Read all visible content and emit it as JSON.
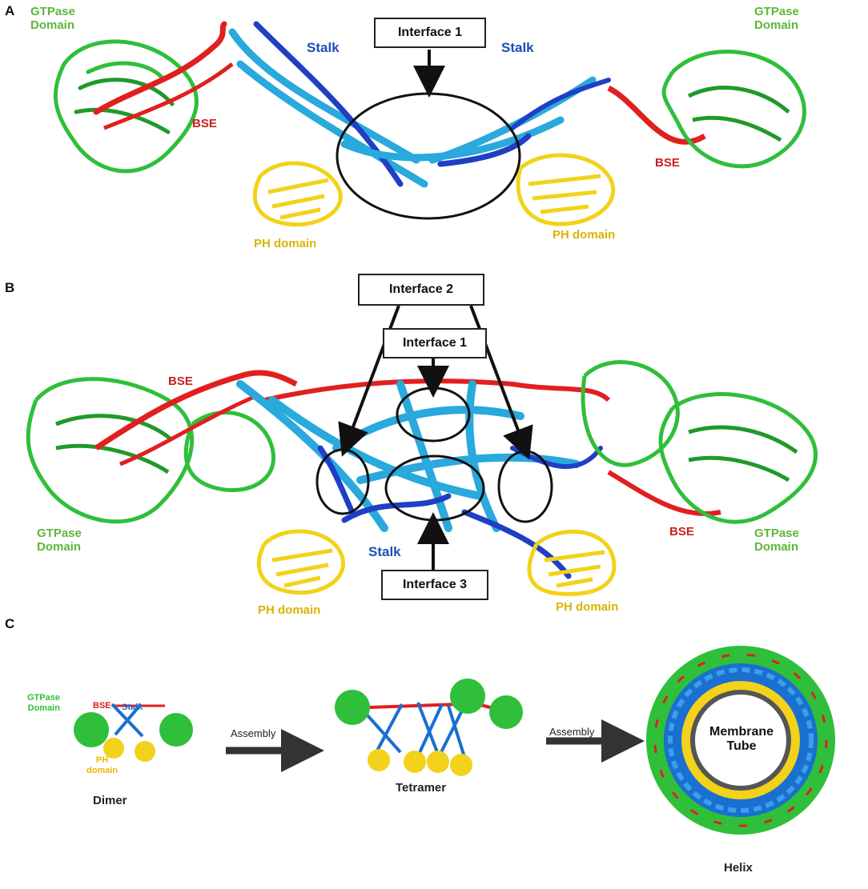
{
  "panels": {
    "a": "A",
    "b": "B",
    "c": "C"
  },
  "panelA": {
    "gtpase_left": [
      "GTPase",
      "Domain"
    ],
    "gtpase_right": [
      "GTPase",
      "Domain"
    ],
    "bse_left": "BSE",
    "bse_right": "BSE",
    "stalk_left": "Stalk",
    "stalk_right": "Stalk",
    "ph_left": "PH domain",
    "ph_right": "PH domain",
    "interface1": "Interface 1"
  },
  "panelB": {
    "bse_left": "BSE",
    "bse_right": "BSE",
    "gtpase_left": [
      "GTPase",
      "Domain"
    ],
    "gtpase_right": [
      "GTPase",
      "Domain"
    ],
    "stalk": "Stalk",
    "ph_left": "PH domain",
    "ph_right": "PH domain",
    "interface1": "Interface 1",
    "interface2": "Interface 2",
    "interface3": "Interface 3"
  },
  "panelC": {
    "gtpase": [
      "GTPase",
      "Domain"
    ],
    "bse": "BSE",
    "stalk": "Stalk",
    "ph": [
      "PH",
      "domain"
    ],
    "dimer": "Dimer",
    "assembly1": "Assembly",
    "tetramer": "Tetramer",
    "assembly2": "Assembly",
    "membrane": [
      "Membrane",
      "Tube"
    ],
    "helix": "Helix"
  },
  "colors": {
    "gtpase": "#2fbf3a",
    "bse": "#e0201f",
    "stalk_light": "#29a9dc",
    "stalk_dark": "#1f3fc4",
    "ph": "#f2d21a",
    "arrow": "#333333"
  }
}
